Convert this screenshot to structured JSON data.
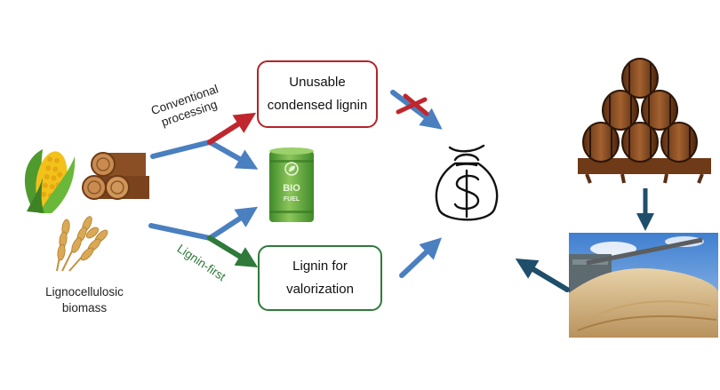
{
  "boxes": {
    "unusable": "Unusable\ncondensed lignin",
    "valorization": "Lignin for\nvalorization"
  },
  "labels": {
    "conventional_line1": "Conventional",
    "conventional_line2": "processing",
    "lignin_first": "Lignin-first",
    "biomass_line1": "Lignocellulosic",
    "biomass_line2": "biomass"
  },
  "barrel": {
    "line1": "BIO",
    "line2": "FUEL"
  },
  "colors": {
    "blue_arrow": "#4a7fc0",
    "red_arrow": "#c0262d",
    "green_arrow": "#2f7a3b",
    "dark_arrow": "#1f4e6b",
    "biofuel_green": "#5fa83f"
  },
  "icons": [
    "corn-icon",
    "logs-icon",
    "wheat-icon",
    "biofuel-barrel-icon",
    "money-bag-icon",
    "barrels-icon",
    "sawdust-photo",
    "cross-mark-icon"
  ]
}
